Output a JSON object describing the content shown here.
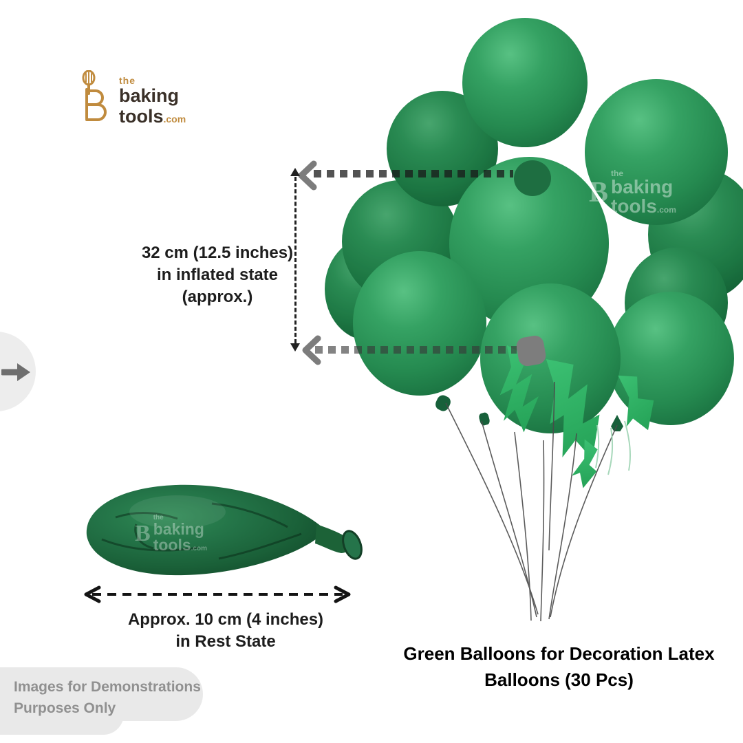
{
  "logo": {
    "prefix": "the",
    "word1": "baking",
    "word2": "tools",
    "suffix": ".com"
  },
  "watermark": {
    "prefix": "the",
    "word1": "baking",
    "word2": "tools",
    "suffix": ".com",
    "monogram": "B"
  },
  "annotations": {
    "inflated": {
      "lines": [
        "32 cm (12.5 inches)",
        "in inflated state",
        "(approx.)"
      ]
    },
    "rest": {
      "lines": [
        "Approx. 10 cm (4 inches)",
        "in Rest State"
      ]
    }
  },
  "caption": {
    "lines": [
      "Green Balloons for Decoration Latex",
      "Balloons (30 Pcs)"
    ]
  },
  "disclaimer": {
    "lines": [
      "Images for Demonstrations",
      "Purposes Only"
    ]
  },
  "colors": {
    "background": "#FFFFFF",
    "balloon_green": "#2E9156",
    "balloon_green_dark": "#1A6B3E",
    "balloon_highlight": "#58C183",
    "ribbon_green": "#2FAE5F",
    "deflated_green": "#1E6B3F",
    "logo_gold": "#C08B3E",
    "logo_brown": "#3A3028",
    "annotation_text": "#1D1D1D",
    "annotation_arrow_gray": "#7C7C7C",
    "knob_gray": "#7D7D7D",
    "disclaimer_bg": "#E9E9E9",
    "disclaimer_text": "#909090"
  }
}
